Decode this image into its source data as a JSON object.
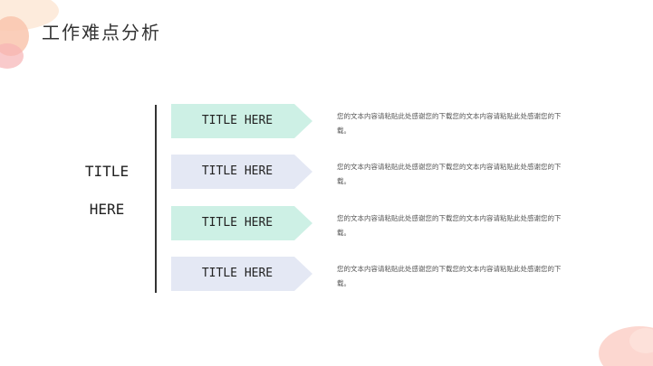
{
  "page": {
    "title": "工作难点分析"
  },
  "side_title": {
    "line1": "TITLE",
    "line2": "HERE"
  },
  "items": [
    {
      "label": "TITLE HERE",
      "color": "#cdf0e5",
      "text": "您的文本内容请粘贴此处感谢您的下载您的文本内容请粘贴此处感谢您的下载。"
    },
    {
      "label": "TITLE HERE",
      "color": "#e4e8f4",
      "text": "您的文本内容请粘贴此处感谢您的下载您的文本内容请粘贴此处感谢您的下载。"
    },
    {
      "label": "TITLE HERE",
      "color": "#cdf0e5",
      "text": "您的文本内容请粘贴此处感谢您的下载您的文本内容请粘贴此处感谢您的下载。"
    },
    {
      "label": "TITLE HERE",
      "color": "#e4e8f4",
      "text": "您的文本内容请粘贴此处感谢您的下载您的文本内容请粘贴此处感谢您的下载。"
    }
  ],
  "colors": {
    "accent_peach": "#f6c3a9",
    "accent_pink": "#f7b7b8",
    "line": "#333333"
  }
}
